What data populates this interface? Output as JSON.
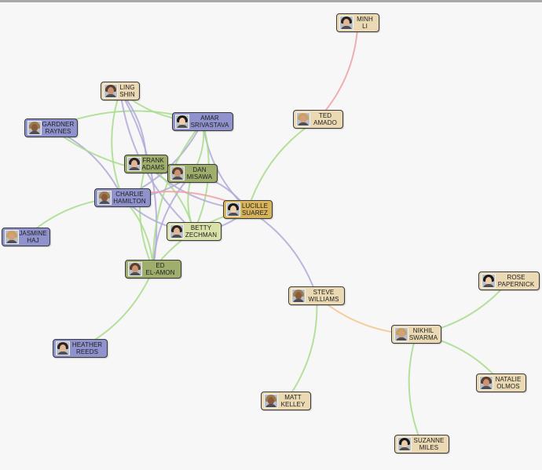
{
  "colors": {
    "beige": "#ead9b3",
    "purple": "#8f92cc",
    "green": "#9fae6d",
    "lightgreen": "#d9e1a8",
    "gold": "#d7b35c",
    "edge_purple": "#b0aad6",
    "edge_green": "#a8dc8c",
    "edge_pink": "#f0a0a0",
    "edge_orange": "#f3c58c"
  },
  "nodes": [
    {
      "id": "minh",
      "first": "MINH",
      "last": "LI",
      "color": "beige",
      "icon": "avatar-icon"
    },
    {
      "id": "ling",
      "first": "LING",
      "last": "SHIN",
      "color": "beige",
      "icon": "avatar-icon"
    },
    {
      "id": "gardner",
      "first": "GARDNER",
      "last": "RAYNES",
      "color": "purple",
      "icon": "avatar-icon"
    },
    {
      "id": "amar",
      "first": "AMAR",
      "last": "SRIVASTAVA",
      "color": "purple",
      "icon": "avatar-icon"
    },
    {
      "id": "ted",
      "first": "TED",
      "last": "AMADO",
      "color": "beige",
      "icon": "avatar-icon"
    },
    {
      "id": "frank",
      "first": "FRANK",
      "last": "ADAMS",
      "color": "green",
      "icon": "avatar-icon"
    },
    {
      "id": "dan",
      "first": "DAN",
      "last": "MISAWA",
      "color": "green",
      "icon": "avatar-icon"
    },
    {
      "id": "charlie",
      "first": "CHARLIE",
      "last": "HAMILTON",
      "color": "purple",
      "icon": "avatar-icon"
    },
    {
      "id": "lucille",
      "first": "LUCILLE",
      "last": "SUAREZ",
      "color": "gold",
      "icon": "avatar-icon"
    },
    {
      "id": "jasmine",
      "first": "JASMINE",
      "last": "HAJ",
      "color": "purple",
      "icon": "avatar-icon"
    },
    {
      "id": "betty",
      "first": "BETTY",
      "last": "ZECHMAN",
      "color": "lightgreen",
      "icon": "avatar-icon"
    },
    {
      "id": "ed",
      "first": "ED",
      "last": "EL-AMON",
      "color": "green",
      "icon": "avatar-icon"
    },
    {
      "id": "steve",
      "first": "STEVE",
      "last": "WILLIAMS",
      "color": "beige",
      "icon": "avatar-icon"
    },
    {
      "id": "rose",
      "first": "ROSE",
      "last": "PAPERNICK",
      "color": "beige",
      "icon": "avatar-icon"
    },
    {
      "id": "nikhil",
      "first": "NIKHIL",
      "last": "SWARMA",
      "color": "beige",
      "icon": "avatar-icon"
    },
    {
      "id": "heather",
      "first": "HEATHER",
      "last": "REEDS",
      "color": "purple",
      "icon": "avatar-icon"
    },
    {
      "id": "natalie",
      "first": "NATALIE",
      "last": "OLMOS",
      "color": "beige",
      "icon": "avatar-icon"
    },
    {
      "id": "matt",
      "first": "MATT",
      "last": "KELLEY",
      "color": "beige",
      "icon": "avatar-icon"
    },
    {
      "id": "suzanne",
      "first": "SUZANNE",
      "last": "MILES",
      "color": "beige",
      "icon": "avatar-icon"
    }
  ],
  "edges": [
    {
      "from": "minh",
      "to": "ted",
      "color": "edge_pink"
    },
    {
      "from": "ted",
      "to": "lucille",
      "color": "edge_green"
    },
    {
      "from": "lucille",
      "to": "steve",
      "color": "edge_purple"
    },
    {
      "from": "steve",
      "to": "nikhil",
      "color": "edge_orange"
    },
    {
      "from": "steve",
      "to": "matt",
      "color": "edge_green"
    },
    {
      "from": "nikhil",
      "to": "rose",
      "color": "edge_green"
    },
    {
      "from": "nikhil",
      "to": "natalie",
      "color": "edge_green"
    },
    {
      "from": "nikhil",
      "to": "suzanne",
      "color": "edge_green"
    },
    {
      "from": "jasmine",
      "to": "charlie",
      "color": "edge_green"
    },
    {
      "from": "heather",
      "to": "ed",
      "color": "edge_green"
    },
    {
      "from": "gardner",
      "to": "charlie",
      "color": "edge_purple"
    },
    {
      "from": "gardner",
      "to": "dan",
      "color": "edge_green"
    },
    {
      "from": "gardner",
      "to": "amar",
      "color": "edge_green"
    },
    {
      "from": "ling",
      "to": "charlie",
      "color": "edge_green"
    },
    {
      "from": "ling",
      "to": "ed",
      "color": "edge_purple"
    },
    {
      "from": "ling",
      "to": "amar",
      "color": "edge_green"
    },
    {
      "from": "ling",
      "to": "frank",
      "color": "edge_purple"
    },
    {
      "from": "ling",
      "to": "betty",
      "color": "edge_purple"
    },
    {
      "from": "amar",
      "to": "charlie",
      "color": "edge_purple"
    },
    {
      "from": "amar",
      "to": "lucille",
      "color": "edge_purple"
    },
    {
      "from": "amar",
      "to": "betty",
      "color": "edge_green"
    },
    {
      "from": "amar",
      "to": "ed",
      "color": "edge_green"
    },
    {
      "from": "amar",
      "to": "dan",
      "color": "edge_green"
    },
    {
      "from": "frank",
      "to": "lucille",
      "color": "edge_purple"
    },
    {
      "from": "frank",
      "to": "betty",
      "color": "edge_green"
    },
    {
      "from": "frank",
      "to": "ed",
      "color": "edge_green"
    },
    {
      "from": "dan",
      "to": "charlie",
      "color": "edge_purple"
    },
    {
      "from": "dan",
      "to": "betty",
      "color": "edge_green"
    },
    {
      "from": "dan",
      "to": "lucille",
      "color": "edge_purple"
    },
    {
      "from": "dan",
      "to": "ed",
      "color": "edge_purple"
    },
    {
      "from": "charlie",
      "to": "lucille",
      "color": "edge_pink"
    },
    {
      "from": "charlie",
      "to": "betty",
      "color": "edge_purple"
    },
    {
      "from": "charlie",
      "to": "ed",
      "color": "edge_green"
    },
    {
      "from": "betty",
      "to": "lucille",
      "color": "edge_purple"
    },
    {
      "from": "ed",
      "to": "lucille",
      "color": "edge_green"
    }
  ]
}
